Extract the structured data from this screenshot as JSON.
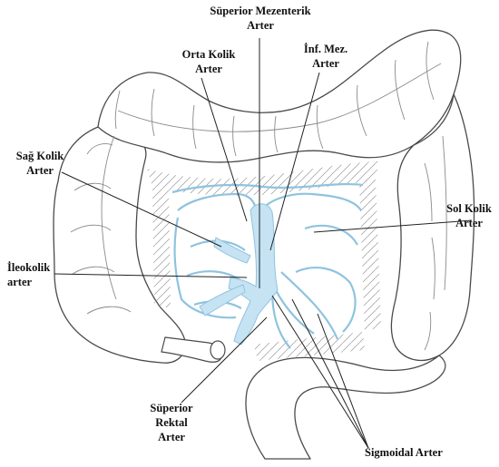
{
  "labels": {
    "superior_mesenteric": {
      "line1": "Süperior Mezenterik",
      "line2": "Arter"
    },
    "middle_colic": {
      "line1": "Orta  Kolik",
      "line2": "Arter"
    },
    "inferior_mesenteric": {
      "line1": "İnf. Mez.",
      "line2": "Arter"
    },
    "right_colic": {
      "line1": "Sağ Kolik",
      "line2": "Arter"
    },
    "left_colic": {
      "line1": "Sol Kolik",
      "line2": "Arter"
    },
    "ileocolic": {
      "line1": "İleokolik",
      "line2": "arter"
    },
    "superior_rectal": {
      "line1": "Süperior",
      "line2": "Rektal",
      "line3": "Arter"
    },
    "sigmoid": {
      "line1": "Sigmoidal Arter"
    }
  },
  "colors": {
    "vessel_fill": "#c5e3f3",
    "vessel_edge": "#8fc3df",
    "outline": "#4a4a4a",
    "bowel_fill": "#ffffff"
  }
}
